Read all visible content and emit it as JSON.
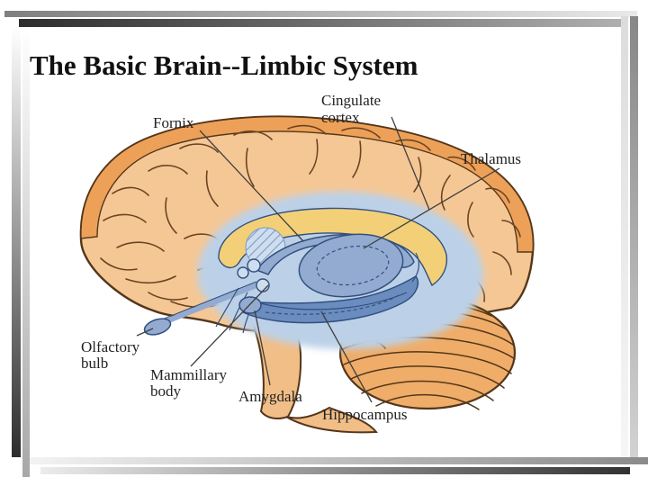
{
  "slide": {
    "title": "The Basic Brain--Limbic System"
  },
  "diagram": {
    "labels": {
      "cingulate": {
        "line1": "Cingulate",
        "line2": "cortex"
      },
      "fornix": {
        "line1": "Fornix"
      },
      "thalamus": {
        "line1": "Thalamus"
      },
      "olfactory": {
        "line1": "Olfactory",
        "line2": "bulb"
      },
      "mammillary": {
        "line1": "Mammillary",
        "line2": "body"
      },
      "amygdala": {
        "line1": "Amygdala"
      },
      "hippocampus": {
        "line1": "Hippocampus"
      }
    }
  },
  "theme": {
    "cortex": "#F5C795",
    "rim": "#EDA158",
    "sulcus": "#6B4423",
    "outline": "#54361A",
    "limbic-light": "#BCD1E8",
    "limbic-pale": "#CFDEEE",
    "blue-mid": "#93ABD0",
    "blue-dark": "#6A8CBE",
    "blue-outline": "#32507E",
    "callosum": "#F3D077",
    "tentorium": "#EBCF7D",
    "cerebellum": "#EFAD69",
    "stem": "#F1BE87",
    "pointer": "#3F3F3F",
    "label": "#222222",
    "frame-dark": "#2D2D2D",
    "frame-gray": "#8A8A8A"
  }
}
